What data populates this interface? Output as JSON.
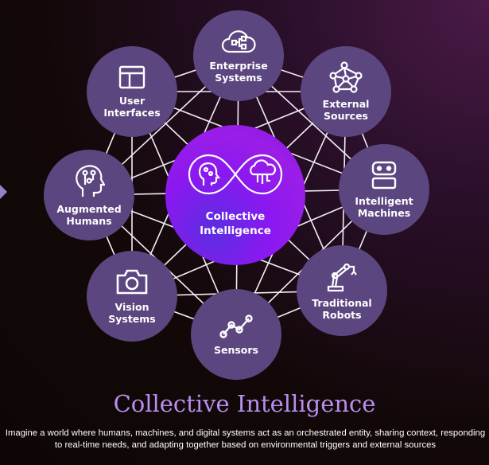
{
  "center": {
    "label": "Collective Intelligence",
    "line1": "Collective",
    "line2": "Intelligence",
    "icon": "infinity-human-cloud-icon"
  },
  "nodes": [
    {
      "id": "enterprise",
      "line1": "Enterprise",
      "line2": "Systems",
      "icon": "cloud-flow-icon"
    },
    {
      "id": "external",
      "line1": "External",
      "line2": "Sources",
      "icon": "network-icon"
    },
    {
      "id": "machines",
      "line1": "Intelligent",
      "line2": "Machines",
      "icon": "robot-icon"
    },
    {
      "id": "robots",
      "line1": "Traditional",
      "line2": "Robots",
      "icon": "robot-arm-icon"
    },
    {
      "id": "sensors",
      "line1": "Sensors",
      "line2": "",
      "icon": "sensor-graph-icon"
    },
    {
      "id": "vision",
      "line1": "Vision",
      "line2": "Systems",
      "icon": "camera-icon"
    },
    {
      "id": "humans",
      "line1": "Augmented",
      "line2": "Humans",
      "icon": "head-circuit-icon"
    },
    {
      "id": "ui",
      "line1": "User",
      "line2": "Interfaces",
      "icon": "layout-icon"
    }
  ],
  "title": "Collective Intelligence",
  "description": "Imagine a world where humans, machines, and digital systems act as an orchestrated entity, sharing context, responding to real-time needs, and adapting together based on environmental triggers and external sources",
  "colors": {
    "node": "#5b4680",
    "title": "#b98ef0",
    "center": "#8a18f0"
  }
}
